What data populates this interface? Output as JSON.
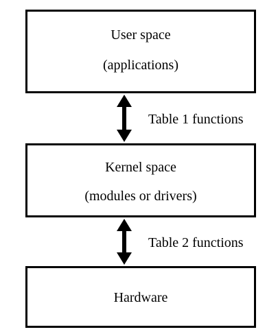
{
  "boxes": {
    "user": {
      "line1": "User space",
      "line2": "(applications)"
    },
    "kernel": {
      "line1": "Kernel space",
      "line2": "(modules or drivers)"
    },
    "hardware": {
      "line1": "Hardware"
    }
  },
  "arrows": {
    "upper": {
      "label": "Table 1 functions"
    },
    "lower": {
      "label": "Table 2 functions"
    }
  },
  "colors": {
    "stroke": "#000000",
    "background": "#ffffff"
  }
}
